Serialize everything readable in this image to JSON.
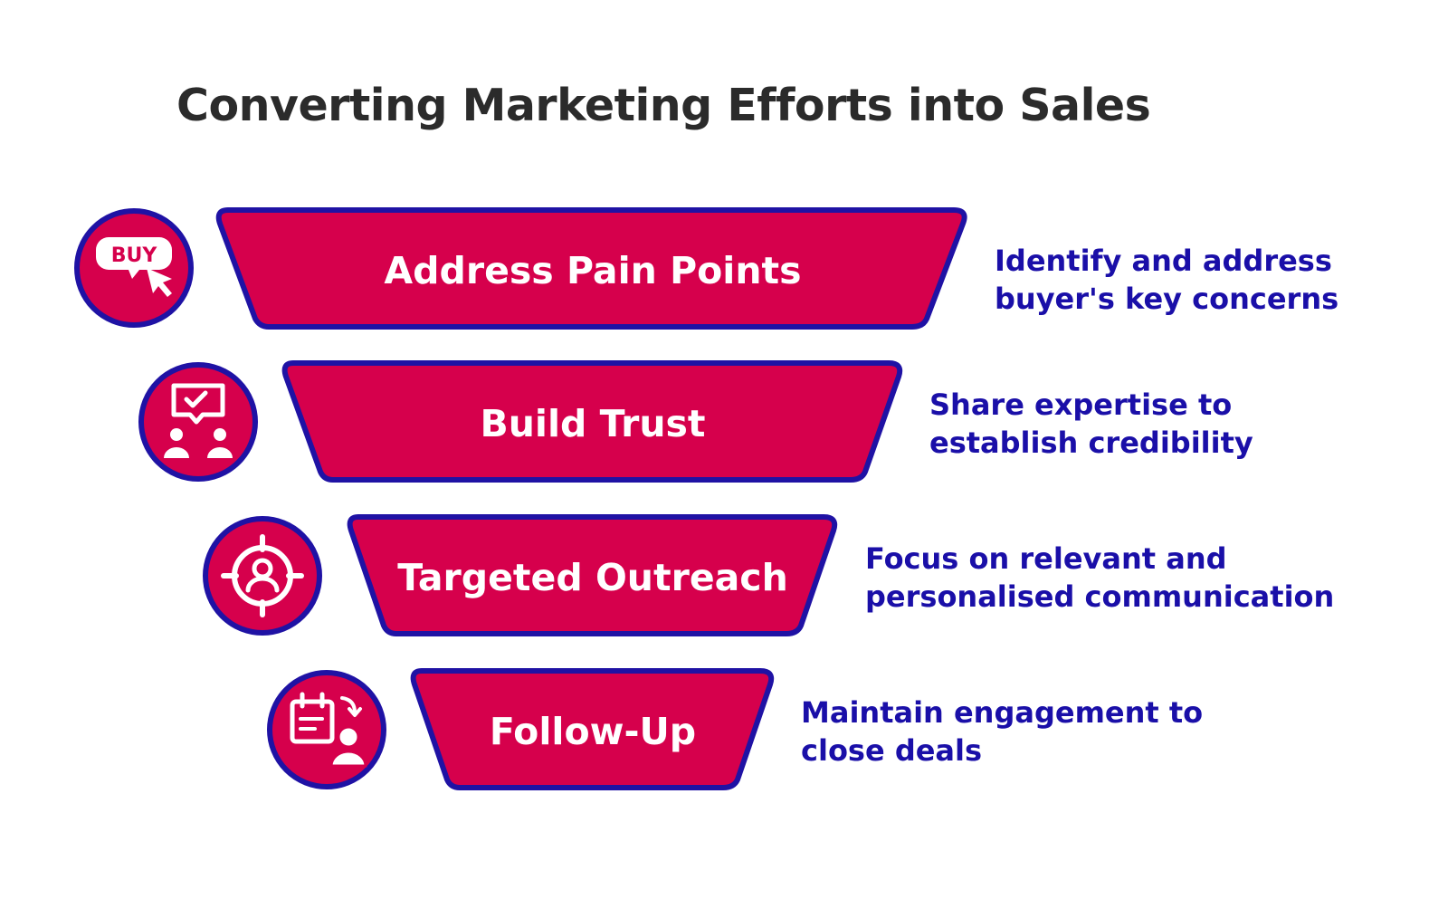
{
  "title": "Converting Marketing Efforts into Sales",
  "colors": {
    "fill": "#d6004c",
    "outline": "#1f12a4",
    "label": "#ffffff",
    "description": "#1a0fa8",
    "title": "#2b2b2b"
  },
  "stages": [
    {
      "label": "Address Pain Points",
      "icon": "buy-cursor-icon",
      "description": [
        "Identify and address",
        "buyer's key concerns"
      ]
    },
    {
      "label": "Build Trust",
      "icon": "people-chat-check-icon",
      "description": [
        "Share expertise to",
        "establish credibility"
      ]
    },
    {
      "label": "Targeted Outreach",
      "icon": "target-person-icon",
      "description": [
        "Focus on relevant and",
        "personalised communication"
      ]
    },
    {
      "label": "Follow-Up",
      "icon": "calendar-person-icon",
      "description": [
        "Maintain engagement to",
        "close deals"
      ]
    }
  ],
  "buy_icon_text": "BUY"
}
